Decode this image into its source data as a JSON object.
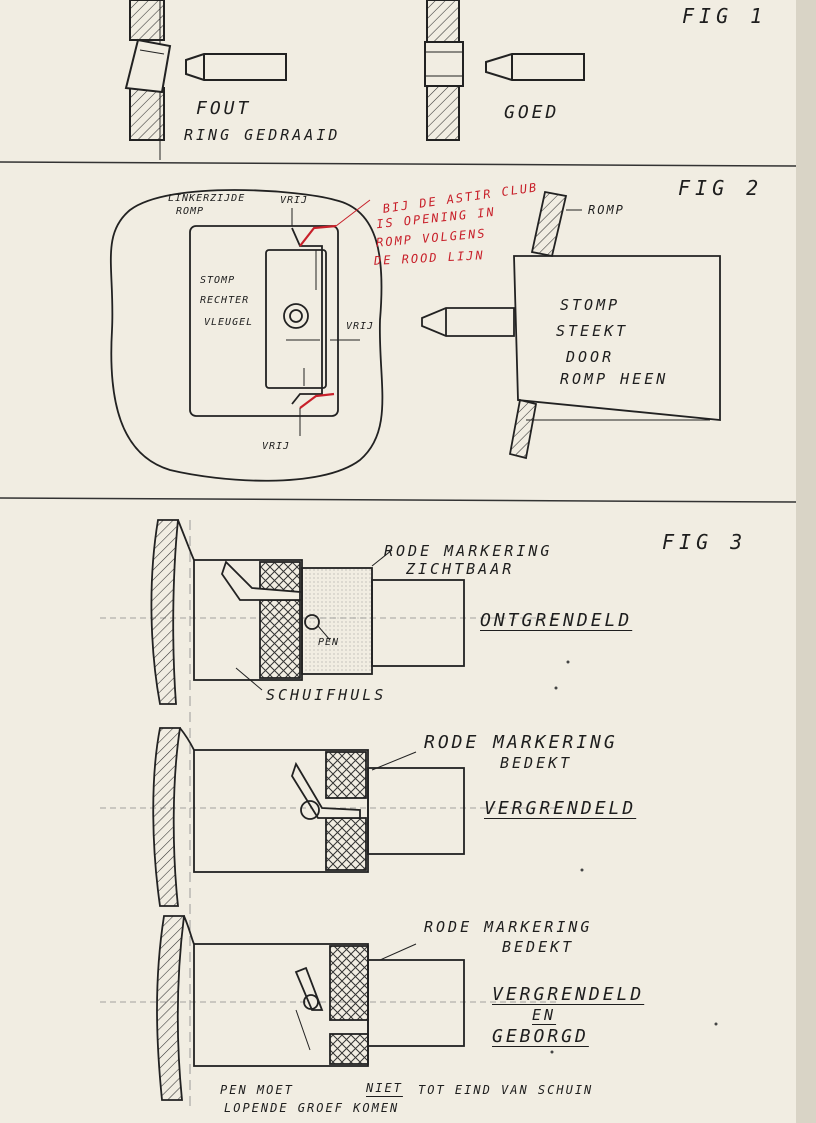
{
  "fig1": {
    "title": "FIG 1",
    "wrong_line1": "FOUT",
    "wrong_line2": "RING GEDRAAID",
    "right": "GOED"
  },
  "fig2": {
    "title": "FIG 2",
    "side_label_line1": "LINKERZIJDE",
    "side_label_line2": "ROMP",
    "wing_line1": "STOMP",
    "wing_line2": "RECHTER",
    "wing_line3": "VLEUGEL",
    "clearance_top": "VRIJ",
    "clearance_right": "VRIJ",
    "clearance_bottom": "VRIJ",
    "note_line1": "BIJ DE ASTIR CLUB",
    "note_line2": "IS OPENING IN",
    "note_line3": "ROMP VOLGENS",
    "note_line4": "DE ROOD LIJN",
    "romp": "ROMP",
    "stub_line1": "STOMP",
    "stub_line2": "STEEKT",
    "stub_line3": "DOOR",
    "stub_line4": "ROMP HEEN"
  },
  "fig3": {
    "title": "FIG 3",
    "marking_visible_line1": "RODE MARKERING",
    "marking_visible_line2": "ZICHTBAAR",
    "pin": "PEN",
    "unlocked": "ONTGRENDELD",
    "sleeve": "SCHUIFHULS",
    "marking_covered_line1": "RODE MARKERING",
    "marking_covered_line2": "BEDEKT",
    "locked": "VERGRENDELD",
    "marking_covered2_line1": "RODE MARKERING",
    "marking_covered2_line2": "BEDEKT",
    "locked_secured_line1": "VERGRENDELD",
    "locked_secured_line2": "EN",
    "locked_secured_line3": "GEBORGD",
    "note_line1_a": "PEN MOET",
    "note_line1_b": "NIET",
    "note_line1_c": "TOT EIND VAN SCHUIN",
    "note_line2": "LOPENDE GROEF KOMEN"
  },
  "colors": {
    "paper": "#f1ede2",
    "ink": "#1e1e1e",
    "red_ink": "#c8202a"
  }
}
